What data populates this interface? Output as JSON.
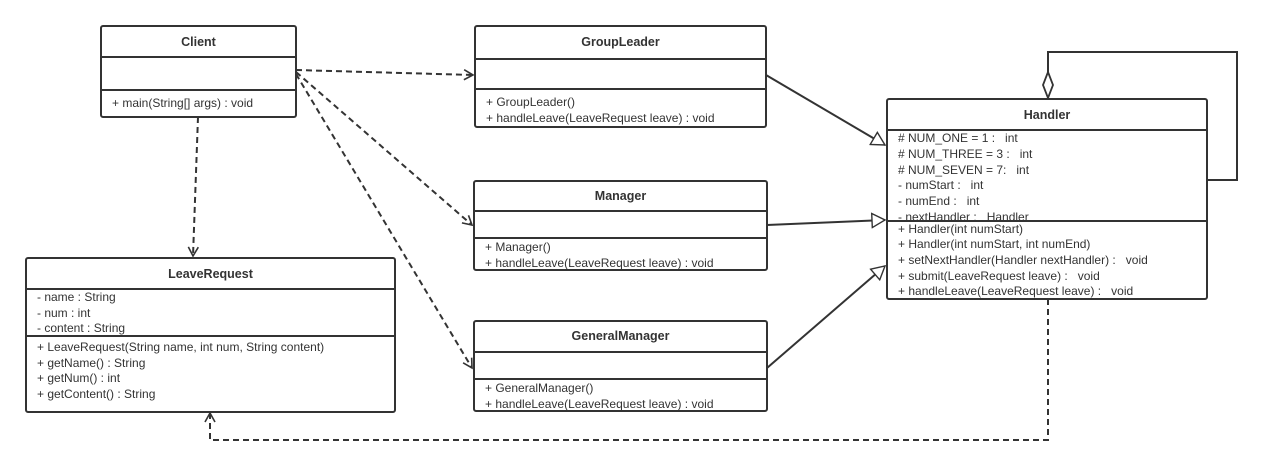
{
  "classes": {
    "client": {
      "name": "Client",
      "attributes": [],
      "methods": [
        "+ main(String[] args) : void"
      ]
    },
    "group_leader": {
      "name": "GroupLeader",
      "attributes": [],
      "methods": [
        "+ GroupLeader()",
        "+ handleLeave(LeaveRequest leave) : void"
      ]
    },
    "manager": {
      "name": "Manager",
      "attributes": [],
      "methods": [
        "+ Manager()",
        "+ handleLeave(LeaveRequest leave) : void"
      ]
    },
    "general_manager": {
      "name": "GeneralManager",
      "attributes": [],
      "methods": [
        "+ GeneralManager()",
        "+ handleLeave(LeaveRequest leave) : void"
      ]
    },
    "leave_request": {
      "name": "LeaveRequest",
      "attributes": [
        "- name : String",
        "- num : int",
        "- content : String"
      ],
      "methods": [
        "+ LeaveRequest(String name, int num, String content)",
        "+ getName() : String",
        "+ getNum() : int",
        "+ getContent() : String"
      ]
    },
    "handler": {
      "name": "Handler",
      "attributes": [
        "# NUM_ONE = 1 :   int",
        "# NUM_THREE = 3 :   int",
        "# NUM_SEVEN = 7:   int",
        "- numStart :   int",
        "- numEnd :   int",
        "- nextHandler :   Handler"
      ],
      "methods": [
        "+ Handler(int numStart)",
        "+ Handler(int numStart, int numEnd)",
        "+ setNextHandler(Handler nextHandler) :   void",
        "+ submit(LeaveRequest leave) :   void",
        "+ handleLeave(LeaveRequest leave) :   void"
      ]
    }
  },
  "relationships": [
    {
      "type": "dependency",
      "from": "Client",
      "to": "GroupLeader"
    },
    {
      "type": "dependency",
      "from": "Client",
      "to": "Manager"
    },
    {
      "type": "dependency",
      "from": "Client",
      "to": "GeneralManager"
    },
    {
      "type": "dependency",
      "from": "Client",
      "to": "LeaveRequest"
    },
    {
      "type": "dependency",
      "from": "Handler",
      "to": "LeaveRequest"
    },
    {
      "type": "generalization",
      "from": "GroupLeader",
      "to": "Handler"
    },
    {
      "type": "generalization",
      "from": "Manager",
      "to": "Handler"
    },
    {
      "type": "generalization",
      "from": "GeneralManager",
      "to": "Handler"
    },
    {
      "type": "aggregation",
      "from": "Handler",
      "to": "Handler"
    }
  ],
  "colors": {
    "line": "#333333",
    "background": "#ffffff"
  }
}
